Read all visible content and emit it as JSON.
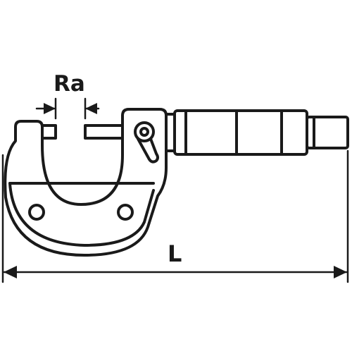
{
  "diagram": {
    "subject": "micrometer",
    "labels": {
      "jaw_opening": "Ra",
      "overall_length": "L"
    },
    "colors": {
      "line": "#1a1a1a",
      "background": "#ffffff"
    }
  }
}
